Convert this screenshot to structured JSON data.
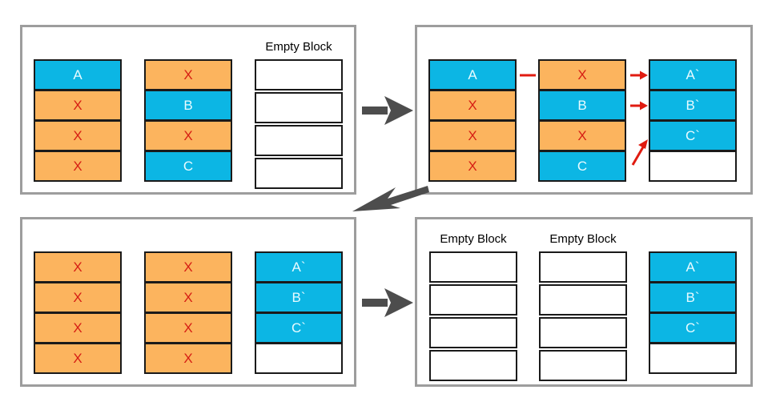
{
  "diagram": {
    "title": "Block copy / garbage-collection sequence",
    "colors": {
      "valid_block": "#0cb6e4",
      "invalid_block": "#fcb45e",
      "invalid_mark": "#d61f14",
      "empty_block": "#ffffff",
      "panel_border": "#9d9d9d",
      "cell_border": "#1a1a1a",
      "flow_arrow": "#4d4d4d",
      "copy_arrow": "#e01b10"
    },
    "labels": {
      "empty_block": "Empty Block",
      "invalid_page": "X"
    },
    "panels": [
      {
        "id": "step-1",
        "name": "top-left",
        "columns": [
          {
            "id": "tl-col-1",
            "label": "",
            "cells": [
              {
                "text": "A",
                "state": "valid"
              },
              {
                "text": "X",
                "state": "invalid"
              },
              {
                "text": "X",
                "state": "invalid"
              },
              {
                "text": "X",
                "state": "invalid"
              }
            ]
          },
          {
            "id": "tl-col-2",
            "label": "",
            "cells": [
              {
                "text": "X",
                "state": "invalid"
              },
              {
                "text": "B",
                "state": "valid"
              },
              {
                "text": "X",
                "state": "invalid"
              },
              {
                "text": "C",
                "state": "valid"
              }
            ]
          },
          {
            "id": "tl-col-3",
            "label": "Empty Block",
            "cells": [
              {
                "text": "",
                "state": "empty"
              },
              {
                "text": "",
                "state": "empty"
              },
              {
                "text": "",
                "state": "empty"
              },
              {
                "text": "",
                "state": "empty"
              }
            ]
          }
        ]
      },
      {
        "id": "step-2",
        "name": "top-right",
        "columns": [
          {
            "id": "tr-col-1",
            "label": "",
            "cells": [
              {
                "text": "A",
                "state": "valid"
              },
              {
                "text": "X",
                "state": "invalid"
              },
              {
                "text": "X",
                "state": "invalid"
              },
              {
                "text": "X",
                "state": "invalid"
              }
            ]
          },
          {
            "id": "tr-col-2",
            "label": "",
            "cells": [
              {
                "text": "X",
                "state": "invalid"
              },
              {
                "text": "B",
                "state": "valid"
              },
              {
                "text": "X",
                "state": "invalid"
              },
              {
                "text": "C",
                "state": "valid"
              }
            ]
          },
          {
            "id": "tr-col-3",
            "label": "",
            "cells": [
              {
                "text": "A`",
                "state": "valid"
              },
              {
                "text": "B`",
                "state": "valid"
              },
              {
                "text": "C`",
                "state": "valid"
              },
              {
                "text": "",
                "state": "empty"
              }
            ]
          }
        ]
      },
      {
        "id": "step-3",
        "name": "bottom-left",
        "columns": [
          {
            "id": "bl-col-1",
            "label": "",
            "cells": [
              {
                "text": "X",
                "state": "invalid"
              },
              {
                "text": "X",
                "state": "invalid"
              },
              {
                "text": "X",
                "state": "invalid"
              },
              {
                "text": "X",
                "state": "invalid"
              }
            ]
          },
          {
            "id": "bl-col-2",
            "label": "",
            "cells": [
              {
                "text": "X",
                "state": "invalid"
              },
              {
                "text": "X",
                "state": "invalid"
              },
              {
                "text": "X",
                "state": "invalid"
              },
              {
                "text": "X",
                "state": "invalid"
              }
            ]
          },
          {
            "id": "bl-col-3",
            "label": "",
            "cells": [
              {
                "text": "A`",
                "state": "valid"
              },
              {
                "text": "B`",
                "state": "valid"
              },
              {
                "text": "C`",
                "state": "valid"
              },
              {
                "text": "",
                "state": "empty"
              }
            ]
          }
        ]
      },
      {
        "id": "step-4",
        "name": "bottom-right",
        "columns": [
          {
            "id": "br-col-1",
            "label": "Empty Block",
            "cells": [
              {
                "text": "",
                "state": "empty"
              },
              {
                "text": "",
                "state": "empty"
              },
              {
                "text": "",
                "state": "empty"
              },
              {
                "text": "",
                "state": "empty"
              }
            ]
          },
          {
            "id": "br-col-2",
            "label": "Empty Block",
            "cells": [
              {
                "text": "",
                "state": "empty"
              },
              {
                "text": "",
                "state": "empty"
              },
              {
                "text": "",
                "state": "empty"
              },
              {
                "text": "",
                "state": "empty"
              }
            ]
          },
          {
            "id": "br-col-3",
            "label": "",
            "cells": [
              {
                "text": "A`",
                "state": "valid"
              },
              {
                "text": "B`",
                "state": "valid"
              },
              {
                "text": "C`",
                "state": "valid"
              },
              {
                "text": "",
                "state": "empty"
              }
            ]
          }
        ]
      }
    ],
    "flow_arrows": [
      {
        "id": "flow-1",
        "direction": "right",
        "from": "step-1",
        "to": "step-2"
      },
      {
        "id": "flow-2",
        "direction": "left",
        "from": "step-2",
        "to": "step-3"
      },
      {
        "id": "flow-3",
        "direction": "right",
        "from": "step-3",
        "to": "step-4"
      }
    ],
    "copy_arrows": [
      {
        "id": "copy-a",
        "kind": "dash",
        "note": "A"
      },
      {
        "id": "copy-a2",
        "kind": "right",
        "note": "A to A`"
      },
      {
        "id": "copy-b",
        "kind": "right",
        "note": "B to B`"
      },
      {
        "id": "copy-c",
        "kind": "diagonal-up-right",
        "note": "C to C`"
      }
    ]
  }
}
